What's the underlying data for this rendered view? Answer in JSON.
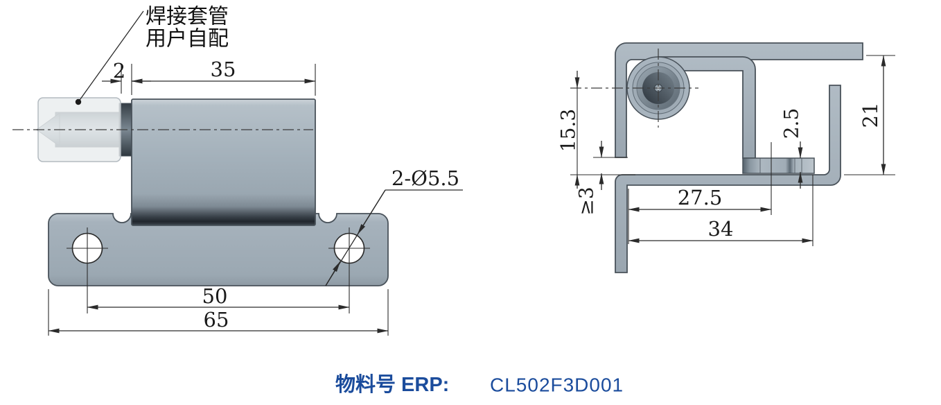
{
  "drawing": {
    "left_view": {
      "callout_line1": "焊接套管",
      "callout_line2": "用户自配",
      "dim_sleeve_gap": "2",
      "dim_body_length": "35",
      "dim_hole_spacing": "50",
      "dim_overall_length": "65",
      "dim_holes": "2-Ø5.5"
    },
    "right_view": {
      "dim_pin_height": "15.3",
      "dim_min_clearance": "≥3",
      "dim_foot_thickness": "2.5",
      "dim_overall_height": "21",
      "dim_foot_offset": "27.5",
      "dim_depth": "34"
    },
    "footer": {
      "label": "物料号 ERP:",
      "value": "CL502F3D001"
    },
    "colors": {
      "part_fill": "#a6b2bc",
      "part_stroke": "#49525a",
      "dim_line": "#2b2b2b",
      "footer_text": "#1b4c9c"
    }
  }
}
